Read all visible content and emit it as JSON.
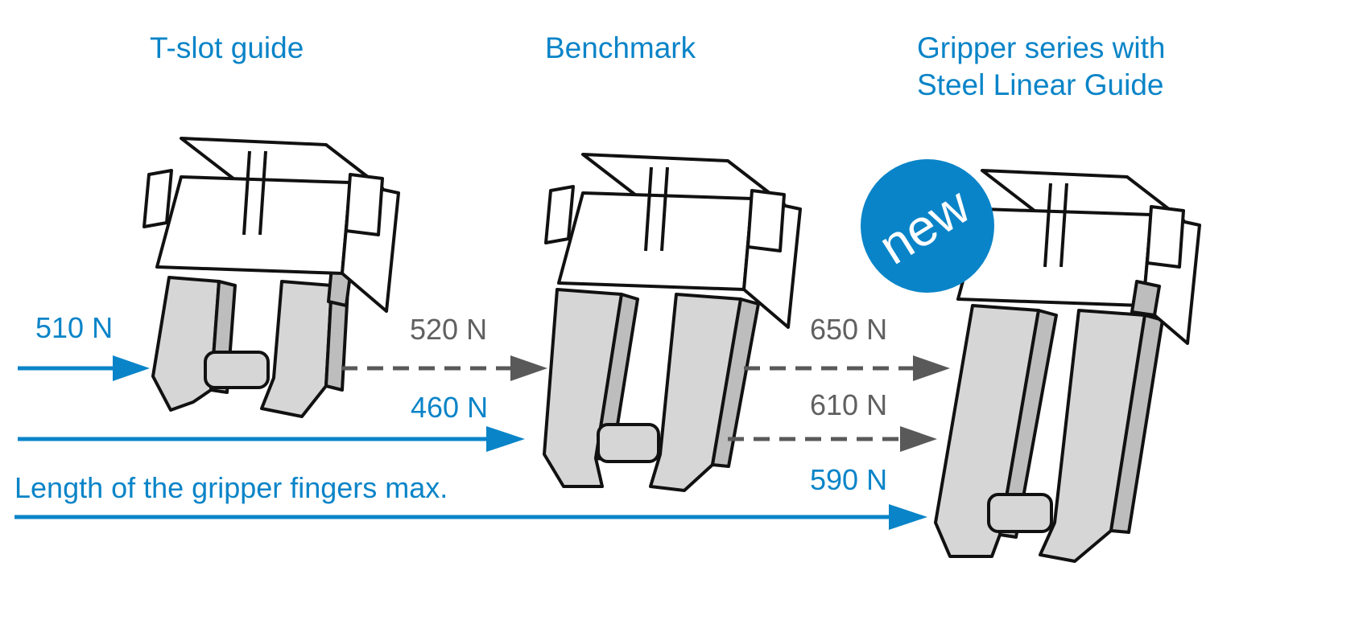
{
  "headings": {
    "tslot": "T-slot guide",
    "benchmark": "Benchmark",
    "gripper_line1": "Gripper series with",
    "gripper_line2": "Steel Linear Guide"
  },
  "badge": "new",
  "forces": {
    "tslot_short": "510 N",
    "benchmark_short": "520 N",
    "gripper_short": "650 N",
    "benchmark_medium": "460 N",
    "gripper_medium": "610 N",
    "gripper_long": "590 N"
  },
  "note": "Length of the gripper fingers max.",
  "colors": {
    "accent": "#0a84c8",
    "gray": "#595959"
  }
}
